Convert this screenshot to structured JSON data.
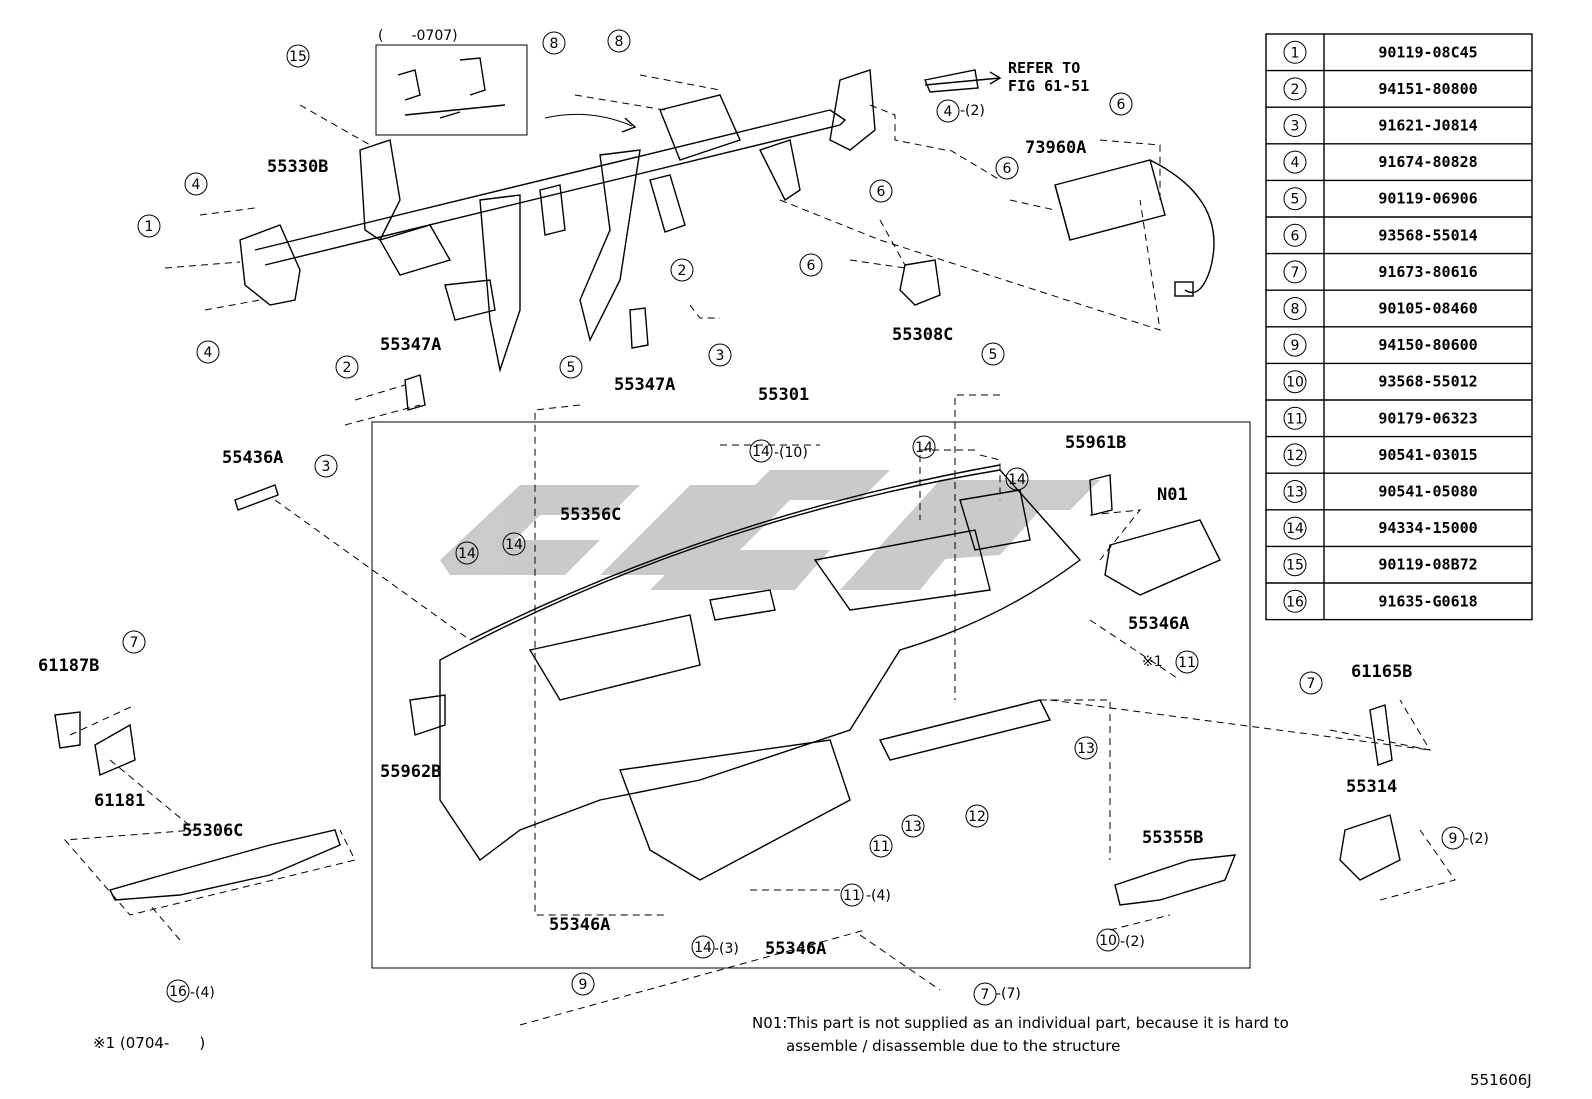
{
  "inset_label": "(　　-0707)",
  "refer_text_1": "REFER TO",
  "refer_text_2": "FIG 61-51",
  "footnote_symbol": "※1 (0704-　　)",
  "note_line1": "N01:This part is not supplied as an individual part, because it is hard to",
  "note_line2": "assemble / disassemble due to the structure",
  "diagram_code": "551606J",
  "watermark_color": "#b9b9b9",
  "part_labels": {
    "p55330B": "55330B",
    "p55347A_1": "55347A",
    "p55347A_2": "55347A",
    "p55436A": "55436A",
    "p55301": "55301",
    "p55356C": "55356C",
    "p73960A": "73960A",
    "p55308C": "55308C",
    "p55961B": "55961B",
    "pN01": "N01",
    "p55346A_1": "55346A",
    "p55346A_2": "55346A",
    "p55346A_3": "55346A",
    "p61187B": "61187B",
    "p61181": "61181",
    "p55306C": "55306C",
    "p55962B": "55962B",
    "p61165B": "61165B",
    "p55314": "55314",
    "p55355B": "55355B"
  },
  "callouts": {
    "c15": "15",
    "c8a": "8",
    "c8b": "8",
    "c4a": "4",
    "c1": "1",
    "c4b": "4",
    "c4c": "4",
    "c4c_q": "-(2)",
    "c6a": "6",
    "c6b": "6",
    "c6c": "6",
    "c6d": "6",
    "c2a": "2",
    "c3a": "3",
    "c2b": "2",
    "c3b": "3",
    "c5a": "5",
    "c5b": "5",
    "c14a": "14",
    "c14a_q": "-(10)",
    "c14b": "14",
    "c14c": "14",
    "c14d": "14",
    "c14e": "14",
    "c11a": "11",
    "c11a_pre": "※1",
    "c7a": "7",
    "c7b": "7",
    "c13a": "13",
    "c13b": "13",
    "c12": "12",
    "c11b": "11",
    "c11c": "11",
    "c11c_q": "-(4)",
    "c14f": "14",
    "c14f_q": "-(3)",
    "c9a": "9",
    "c7c": "7",
    "c7c_q": "-(7)",
    "c10": "10",
    "c10_q": "-(2)",
    "c9b": "9",
    "c9b_q": "-(2)",
    "c16": "16",
    "c16_q": "-(4)"
  },
  "parts_table": [
    {
      "no": "1",
      "part": "90119-08C45"
    },
    {
      "no": "2",
      "part": "94151-80800"
    },
    {
      "no": "3",
      "part": "91621-J0814"
    },
    {
      "no": "4",
      "part": "91674-80828"
    },
    {
      "no": "5",
      "part": "90119-06906"
    },
    {
      "no": "6",
      "part": "93568-55014"
    },
    {
      "no": "7",
      "part": "91673-80616"
    },
    {
      "no": "8",
      "part": "90105-08460"
    },
    {
      "no": "9",
      "part": "94150-80600"
    },
    {
      "no": "10",
      "part": "93568-55012"
    },
    {
      "no": "11",
      "part": "90179-06323"
    },
    {
      "no": "12",
      "part": "90541-03015"
    },
    {
      "no": "13",
      "part": "90541-05080"
    },
    {
      "no": "14",
      "part": "94334-15000"
    },
    {
      "no": "15",
      "part": "90119-08B72"
    },
    {
      "no": "16",
      "part": "91635-G0618"
    }
  ]
}
